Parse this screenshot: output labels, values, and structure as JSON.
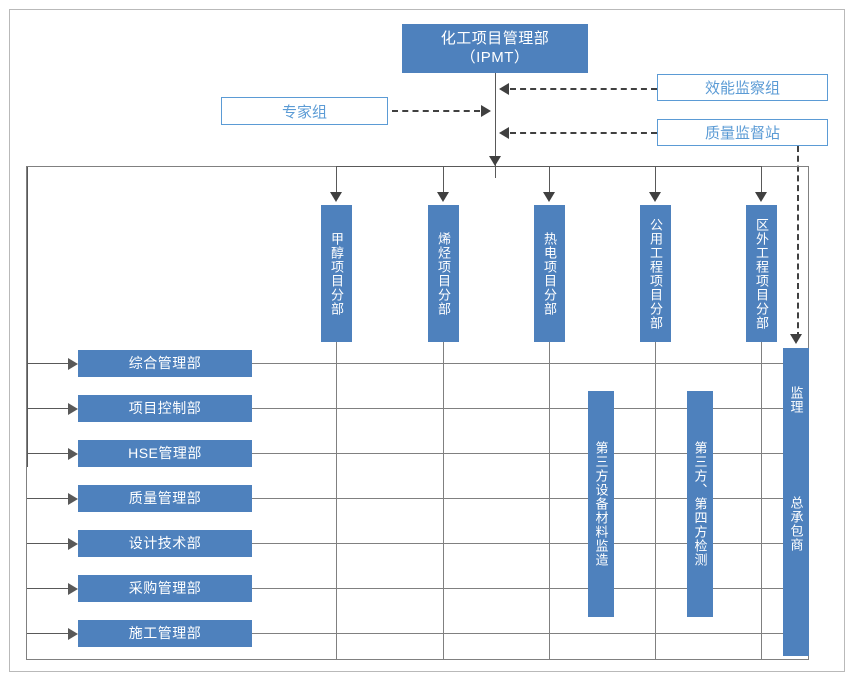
{
  "diagram": {
    "title_box": {
      "line1": "化工项目管理部",
      "line2": "（IPMT）"
    },
    "advisory": {
      "expert_group": "专家组",
      "efficiency_supervision_group": "效能监察组",
      "quality_supervision_station": "质量监督站"
    },
    "project_divisions": [
      {
        "label": "甲醇项目分部"
      },
      {
        "label": "烯烃项目分部"
      },
      {
        "label": "热电项目分部"
      },
      {
        "label": "公用工程项目分部"
      },
      {
        "label": "区外工程项目分部"
      }
    ],
    "departments": [
      {
        "label": "综合管理部"
      },
      {
        "label": "项目控制部"
      },
      {
        "label": "HSE管理部"
      },
      {
        "label": "质量管理部"
      },
      {
        "label": "设计技术部"
      },
      {
        "label": "采购管理部"
      },
      {
        "label": "施工管理部"
      }
    ],
    "third_parties": [
      {
        "label": "第三方设备材料监造"
      },
      {
        "label": "第三方、第四方检测"
      }
    ],
    "right_column": {
      "supervision": "监理",
      "general_contractor": "总承包商"
    },
    "colors": {
      "fill_blue": "#4E81BD",
      "outline_blue": "#5B9BD5",
      "line_gray": "#808080",
      "connector_gray": "#595959",
      "dashed_dark": "#404040",
      "page_border": "#b9b9b9"
    }
  }
}
